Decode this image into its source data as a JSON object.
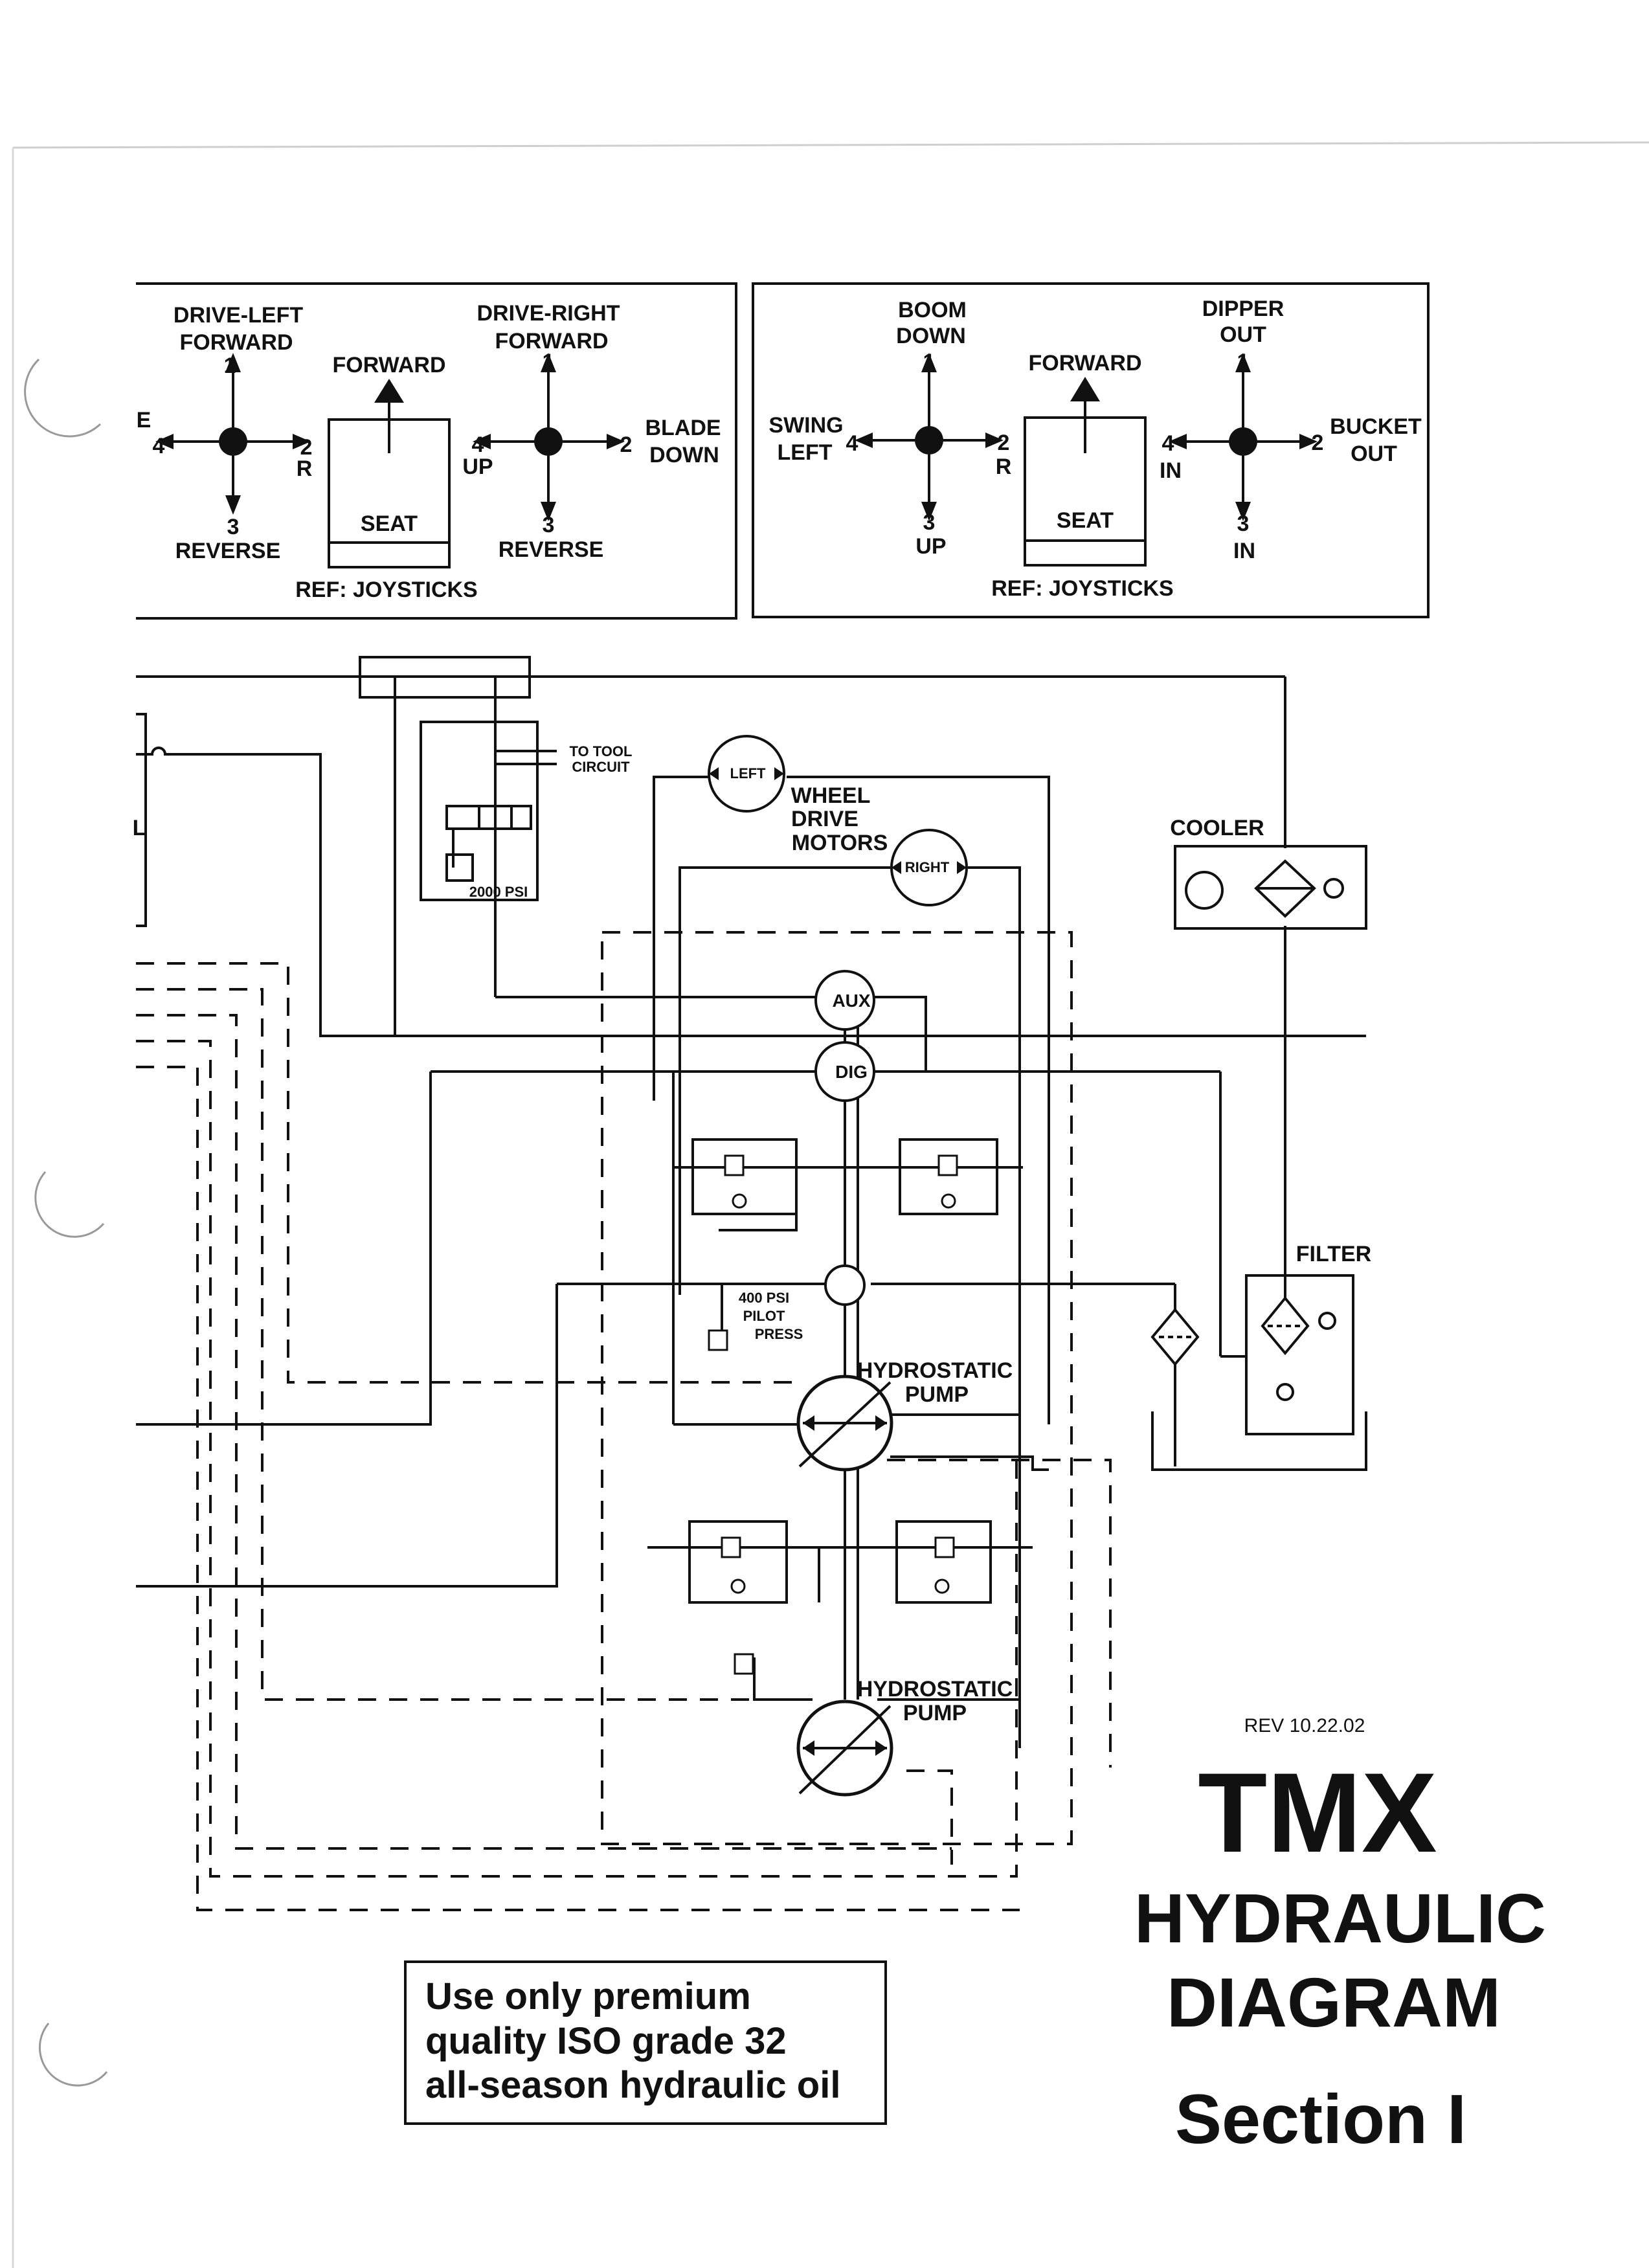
{
  "joystick_left": {
    "top_left_label_1": "DRIVE-LEFT",
    "top_left_label_2": "FORWARD",
    "top_right_label_1": "DRIVE-RIGHT",
    "top_right_label_2": "FORWARD",
    "forward": "FORWARD",
    "left_1": "1",
    "left_2": "2",
    "left_3": "3",
    "left_4": "4",
    "left_edge_letter": "E",
    "left_r": "R",
    "left_reverse": "REVERSE",
    "right_1": "1",
    "right_2": "2",
    "right_3": "3",
    "right_4": "4",
    "right_up": "UP",
    "blade_1": "BLADE",
    "blade_2": "DOWN",
    "right_reverse": "REVERSE",
    "seat": "SEAT",
    "ref": "REF: JOYSTICKS"
  },
  "joystick_right": {
    "boom_1": "BOOM",
    "boom_2": "DOWN",
    "dipper_1": "DIPPER",
    "dipper_2": "OUT",
    "forward": "FORWARD",
    "swing_1": "SWING",
    "swing_2": "LEFT",
    "left_1": "1",
    "left_2": "2",
    "left_3": "3",
    "left_4": "4",
    "left_r": "R",
    "left_up": "UP",
    "right_1": "1",
    "right_2": "2",
    "right_3": "3",
    "right_4": "4",
    "right_in_left": "IN",
    "bucket_1": "BUCKET",
    "bucket_2": "OUT",
    "right_in_bottom": "IN",
    "seat": "SEAT",
    "ref": "REF: JOYSTICKS"
  },
  "diagram": {
    "to_tool_1": "TO TOOL",
    "to_tool_2": "CIRCUIT",
    "psi_2000": "2000 PSI",
    "left_motor": "LEFT",
    "right_motor": "RIGHT",
    "wheel_1": "WHEEL",
    "wheel_2": "DRIVE",
    "wheel_3": "MOTORS",
    "cooler": "COOLER",
    "aux": "AUX",
    "dig": "DIG",
    "filter": "FILTER",
    "pilot_1": "400 PSI",
    "pilot_2": "PILOT",
    "pilot_3": "PRESS",
    "pump1_1": "HYDROSTATIC",
    "pump1_2": "PUMP",
    "pump2_1": "HYDROSTATIC",
    "pump2_2": "PUMP",
    "left_cut_letter": "L"
  },
  "notice": {
    "line1": "Use only premium",
    "line2": "quality ISO grade 32",
    "line3": "all-season hydraulic oil"
  },
  "title": {
    "rev": "REV  10.22.02",
    "tmx": "TMX",
    "hydraulic": "HYDRAULIC",
    "diagram": "DIAGRAM",
    "section": "Section I"
  }
}
